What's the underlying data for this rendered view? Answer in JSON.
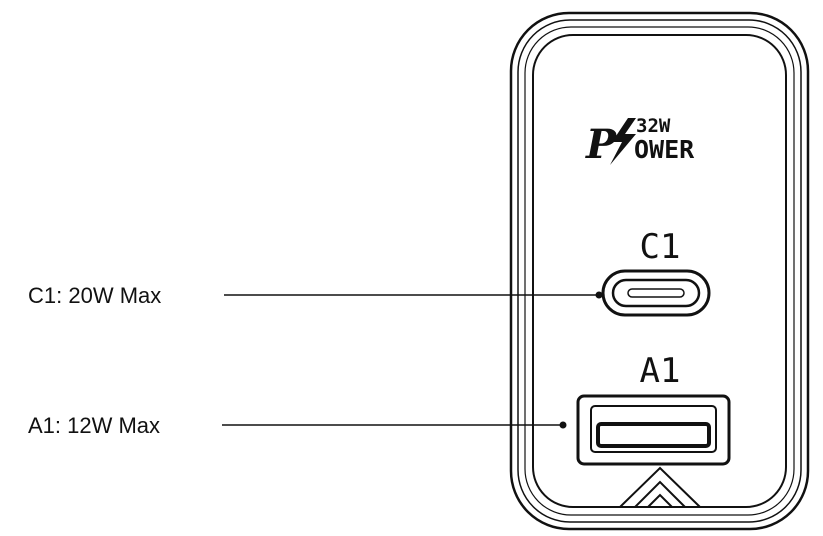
{
  "callouts": {
    "c1": "C1: 20W Max",
    "a1": "A1: 12W Max"
  },
  "ports": {
    "c1_label": "C1",
    "a1_label": "A1"
  },
  "logo": {
    "letter": "P",
    "wattage": "32W",
    "word": "OWER"
  }
}
